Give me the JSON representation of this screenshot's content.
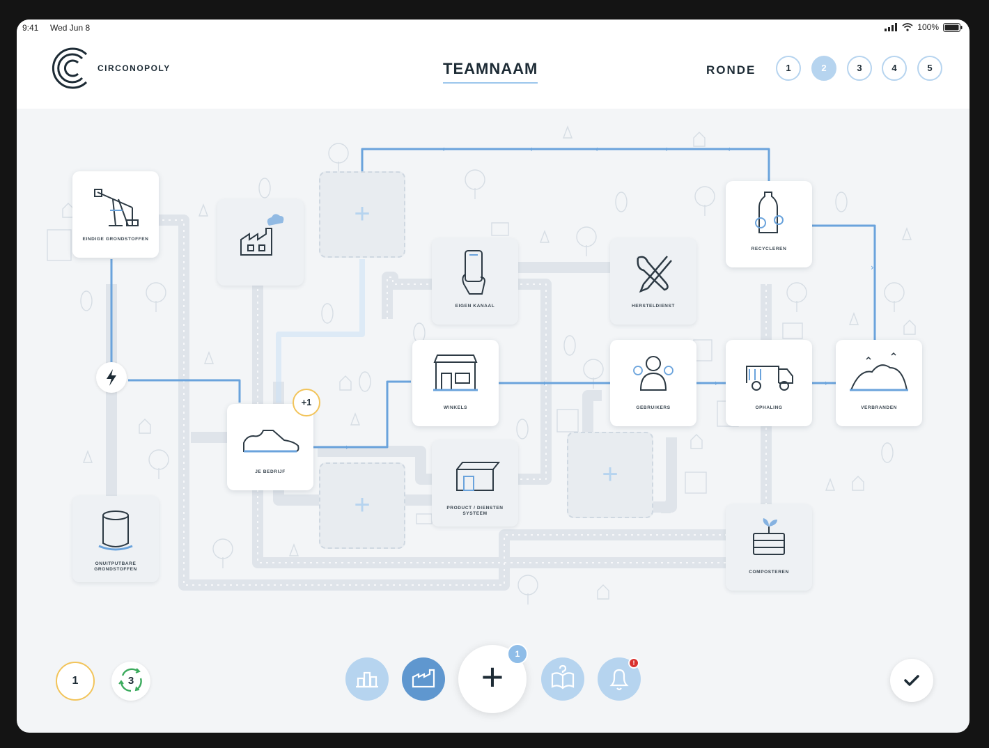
{
  "status_bar": {
    "time": "9:41",
    "date": "Wed Jun 8",
    "battery": "100%"
  },
  "header": {
    "logo_text": "CIRCONOPOLY",
    "team_name": "TEAMNAAM",
    "round_label": "RONDE"
  },
  "rounds": [
    {
      "label": "1",
      "active": false
    },
    {
      "label": "2",
      "active": true
    },
    {
      "label": "3",
      "active": false
    },
    {
      "label": "4",
      "active": false
    },
    {
      "label": "5",
      "active": false
    }
  ],
  "board": {
    "cards": {
      "eindige": "EINDIGE GRONDSTOFFEN",
      "fabriek": "",
      "eigen_kanaal": "EIGEN KANAAL",
      "herstel": "HERSTELDIENST",
      "recycleren": "RECYCLEREN",
      "winkels": "WINKELS",
      "gebruikers": "GEBRUIKERS",
      "ophaling": "OPHALING",
      "verbranden": "VERBRANDEN",
      "bedrijf": "JE BEDRIJF",
      "pss": "PRODUCT / DIENSTEN SYSTEEM",
      "onuitputbare": "ONUITPUTBARE GRONDSTOFFEN",
      "composteren": "COMPOSTEREN"
    },
    "slot_symbol": "+",
    "bonus": "+1"
  },
  "bottom_bar": {
    "coins": "1",
    "cycle_count": "3",
    "add_symbol": "+",
    "add_badge": "1",
    "notification_badge": "!"
  },
  "colors": {
    "accent": "#5f97cf",
    "accent_light": "#b6d4ef",
    "flow": "#6aa3dc",
    "coin": "#f2c45a",
    "alert": "#d9322f"
  }
}
